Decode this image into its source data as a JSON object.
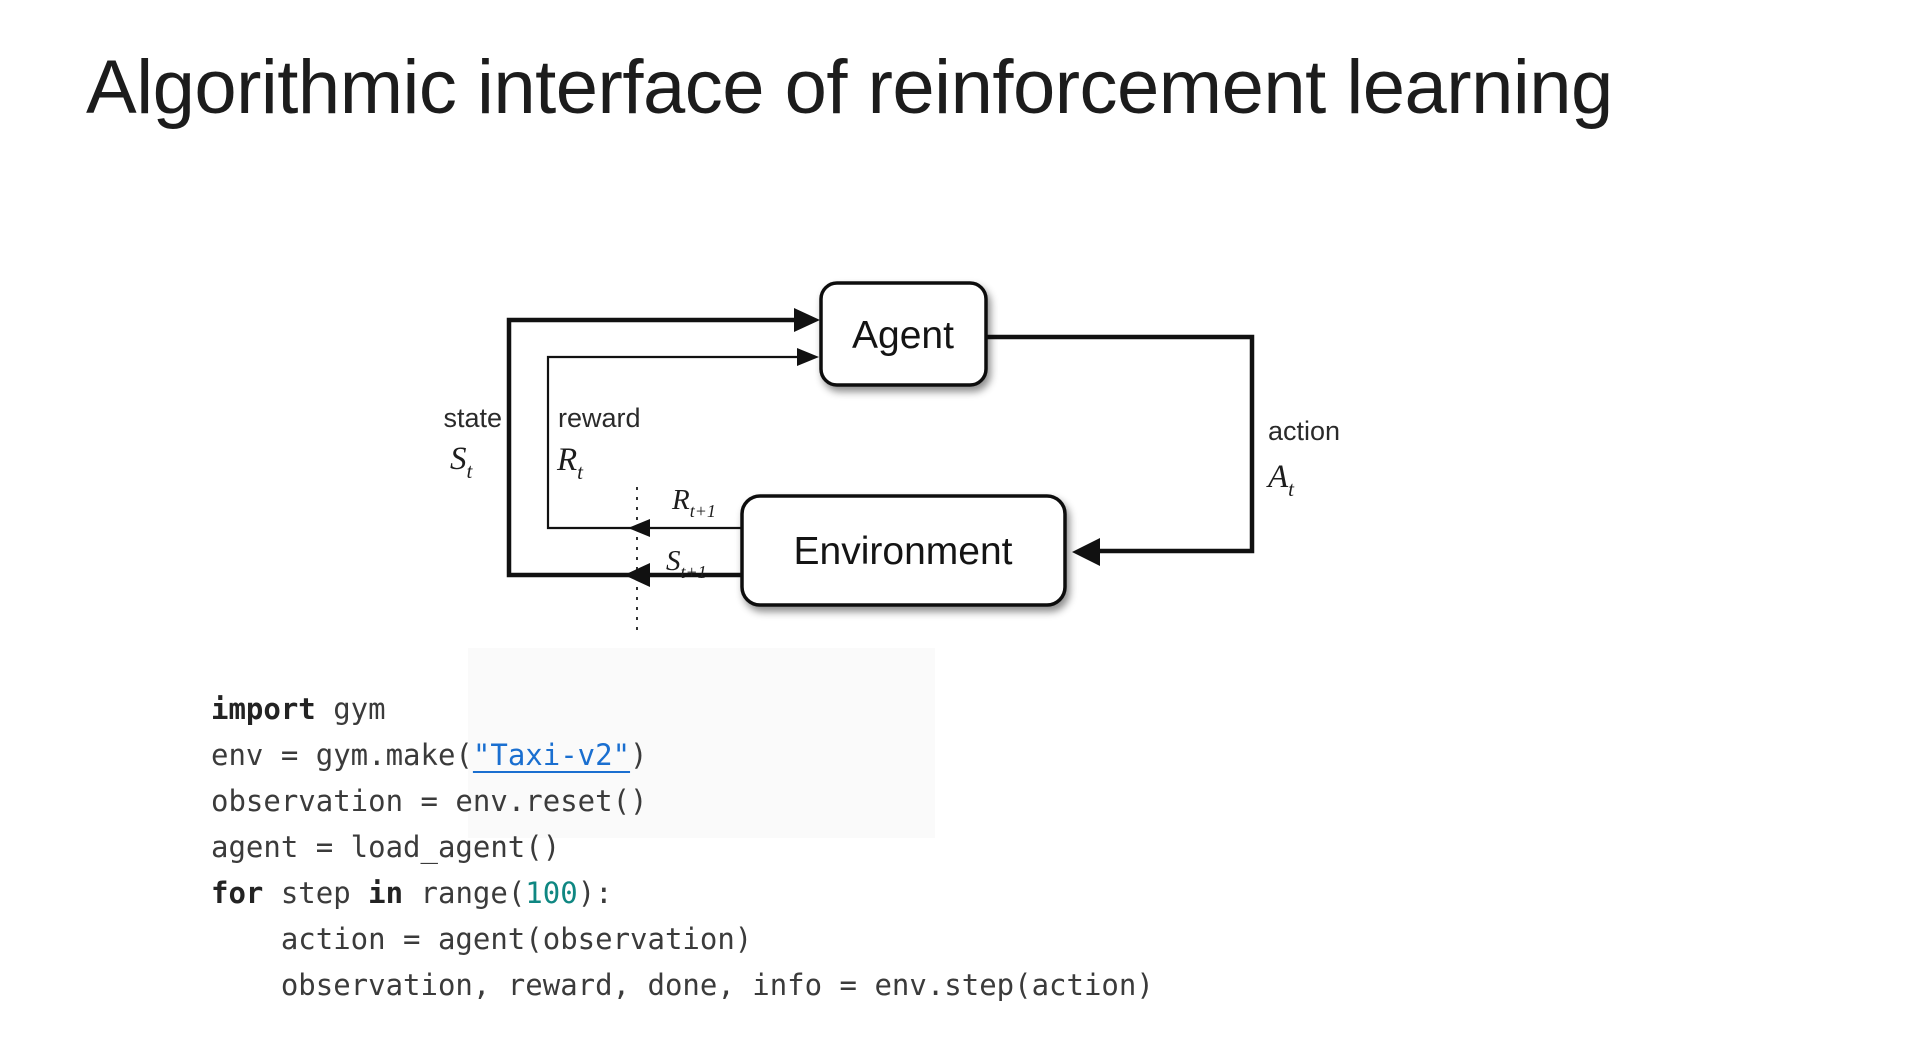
{
  "slide": {
    "title": "Algorithmic interface of reinforcement learning"
  },
  "diagram": {
    "agent_label": "Agent",
    "environment_label": "Environment",
    "state_label": "state",
    "state_symbol": "S",
    "state_sub": "t",
    "reward_label": "reward",
    "reward_symbol": "R",
    "reward_sub": "t",
    "reward_next_symbol": "R",
    "reward_next_sub": "t+1",
    "state_next_symbol": "S",
    "state_next_sub": "t+1",
    "action_label": "action",
    "action_symbol": "A",
    "action_sub": "t"
  },
  "code": {
    "lines": [
      [
        {
          "t": "kw",
          "x": "import"
        },
        {
          "t": "plain",
          "x": " gym"
        }
      ],
      [
        {
          "t": "plain",
          "x": "env = gym.make("
        },
        {
          "t": "link",
          "x": "\"Taxi-v2\""
        },
        {
          "t": "plain",
          "x": ")"
        }
      ],
      [
        {
          "t": "plain",
          "x": "observation = env.reset()"
        }
      ],
      [
        {
          "t": "plain",
          "x": "agent = load_agent()"
        }
      ],
      [
        {
          "t": "kw",
          "x": "for"
        },
        {
          "t": "plain",
          "x": " step "
        },
        {
          "t": "kw",
          "x": "in"
        },
        {
          "t": "plain",
          "x": " range("
        },
        {
          "t": "num",
          "x": "100"
        },
        {
          "t": "plain",
          "x": "):"
        }
      ],
      [
        {
          "t": "plain",
          "x": "    action = agent(observation)"
        }
      ],
      [
        {
          "t": "plain",
          "x": "    observation, reward, done, info = env.step(action)"
        }
      ]
    ]
  },
  "colors": {
    "link_blue": "#1a6fd0",
    "number_teal": "#0f8782",
    "code_text": "#3b3b3b",
    "diagram_stroke": "#111111"
  }
}
